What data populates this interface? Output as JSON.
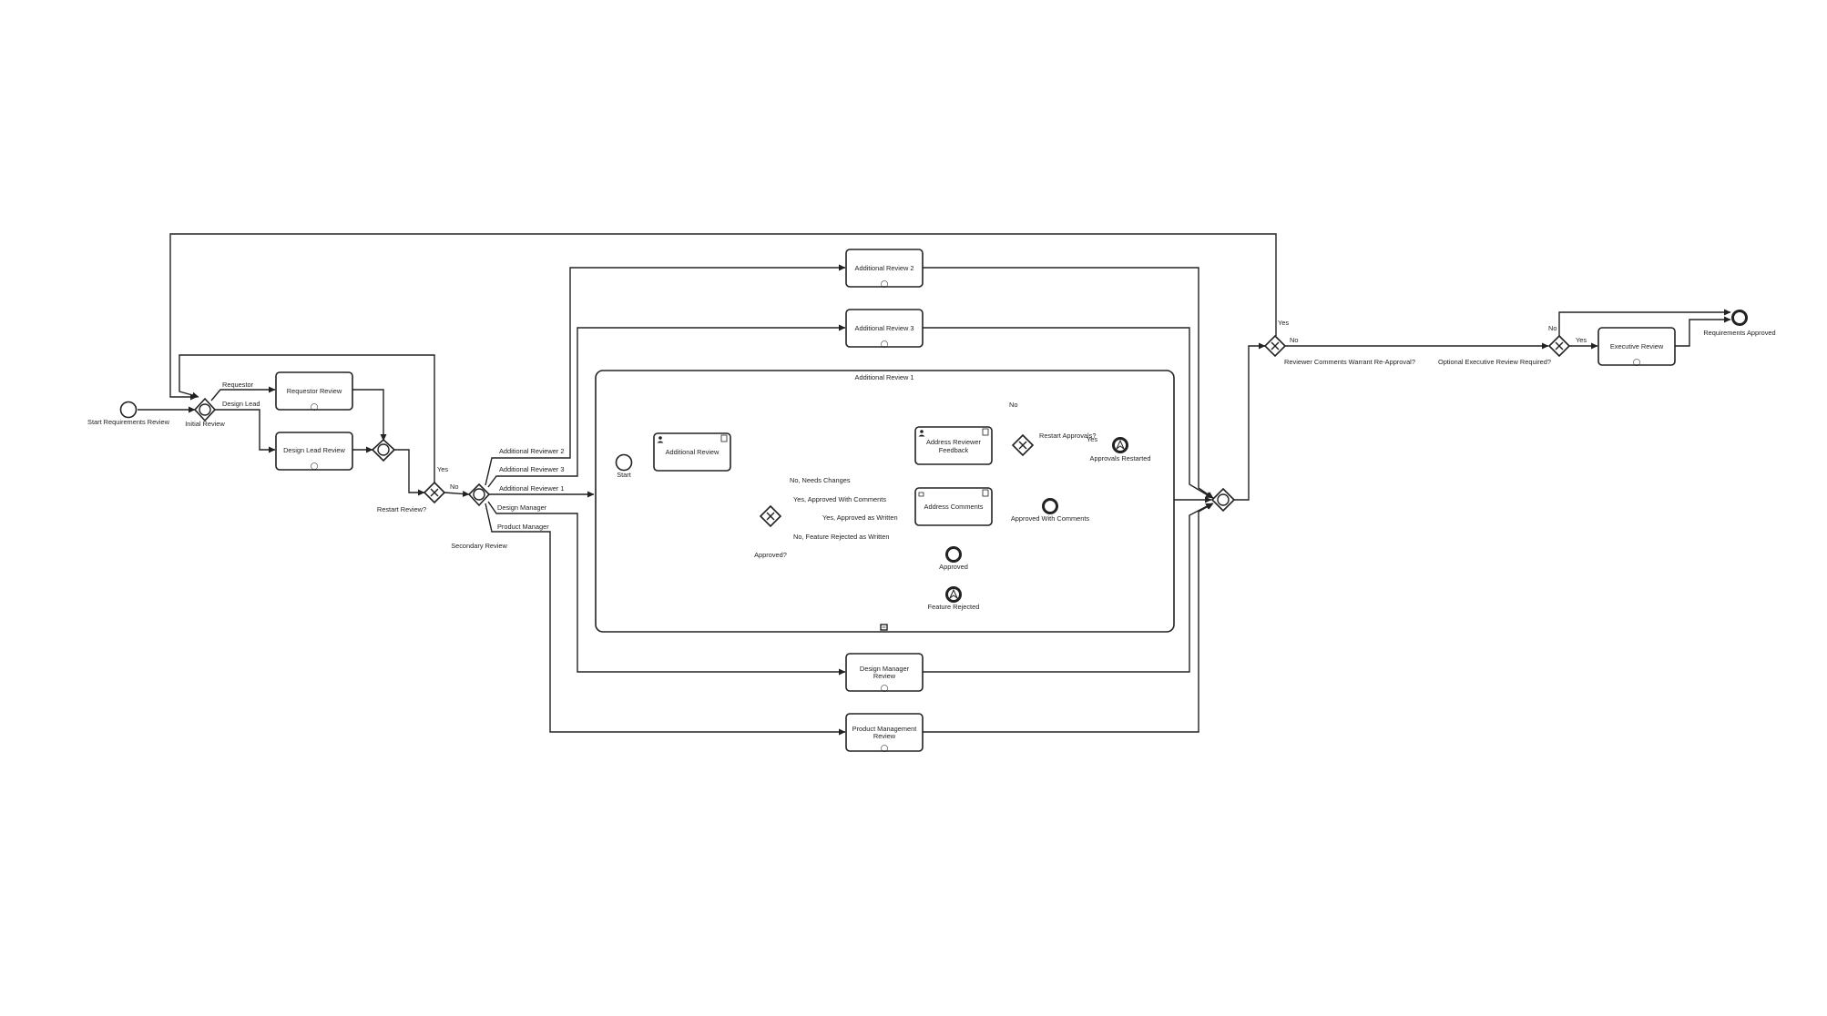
{
  "diagram": {
    "events": {
      "start_requirements_review": "Start Requirements Review",
      "sub_start": "Start",
      "approvals_restarted": "Approvals Restarted",
      "approved_with_comments": "Approved With Comments",
      "approved": "Approved",
      "feature_rejected": "Feature Rejected",
      "requirements_approved": "Requirements Approved"
    },
    "gateways": {
      "initial_review": "Initial Review",
      "restart_review": "Restart Review?",
      "secondary_review": "Secondary Review",
      "approved_q": "Approved?",
      "reviewer_comments": "Reviewer Comments Warrant Re-Approval?",
      "optional_exec": "Optional Executive Review Required?"
    },
    "tasks": {
      "requestor_review": "Requestor Review",
      "design_lead_review": "Design Lead Review",
      "additional_review_2": "Additional Review 2",
      "additional_review_3": "Additional Review 3",
      "additional_review": "Additional Review",
      "address_reviewer_feedback_1": "Address Reviewer",
      "address_reviewer_feedback_2": "Feedback",
      "address_comments": "Address Comments",
      "design_manager_review_1": "Design Manager",
      "design_manager_review_2": "Review",
      "product_management_review_1": "Product Management",
      "product_management_review_2": "Review",
      "executive_review": "Executive Review"
    },
    "subprocess": {
      "title": "Additional Review 1"
    },
    "flows": {
      "requestor": "Requestor",
      "design_lead": "Design Lead",
      "yes_restart": "Yes",
      "no_restart": "No",
      "additional_reviewer_2": "Additional Reviewer 2",
      "additional_reviewer_3": "Additional Reviewer 3",
      "additional_reviewer_1": "Additional Reviewer 1",
      "design_manager": "Design Manager",
      "product_manager": "Product Manager",
      "no_sub": "No",
      "restart_approvals": "Restart Approvals?",
      "yes_sub": "Yes",
      "no_needs_changes": "No, Needs Changes",
      "yes_with_comments": "Yes, Approved With Comments",
      "yes_as_written": "Yes, Approved as Written",
      "no_rejected": "No, Feature Rejected as Written",
      "yes_reapproval": "Yes",
      "no_reapproval": "No",
      "no_exec": "No",
      "yes_exec": "Yes"
    }
  }
}
